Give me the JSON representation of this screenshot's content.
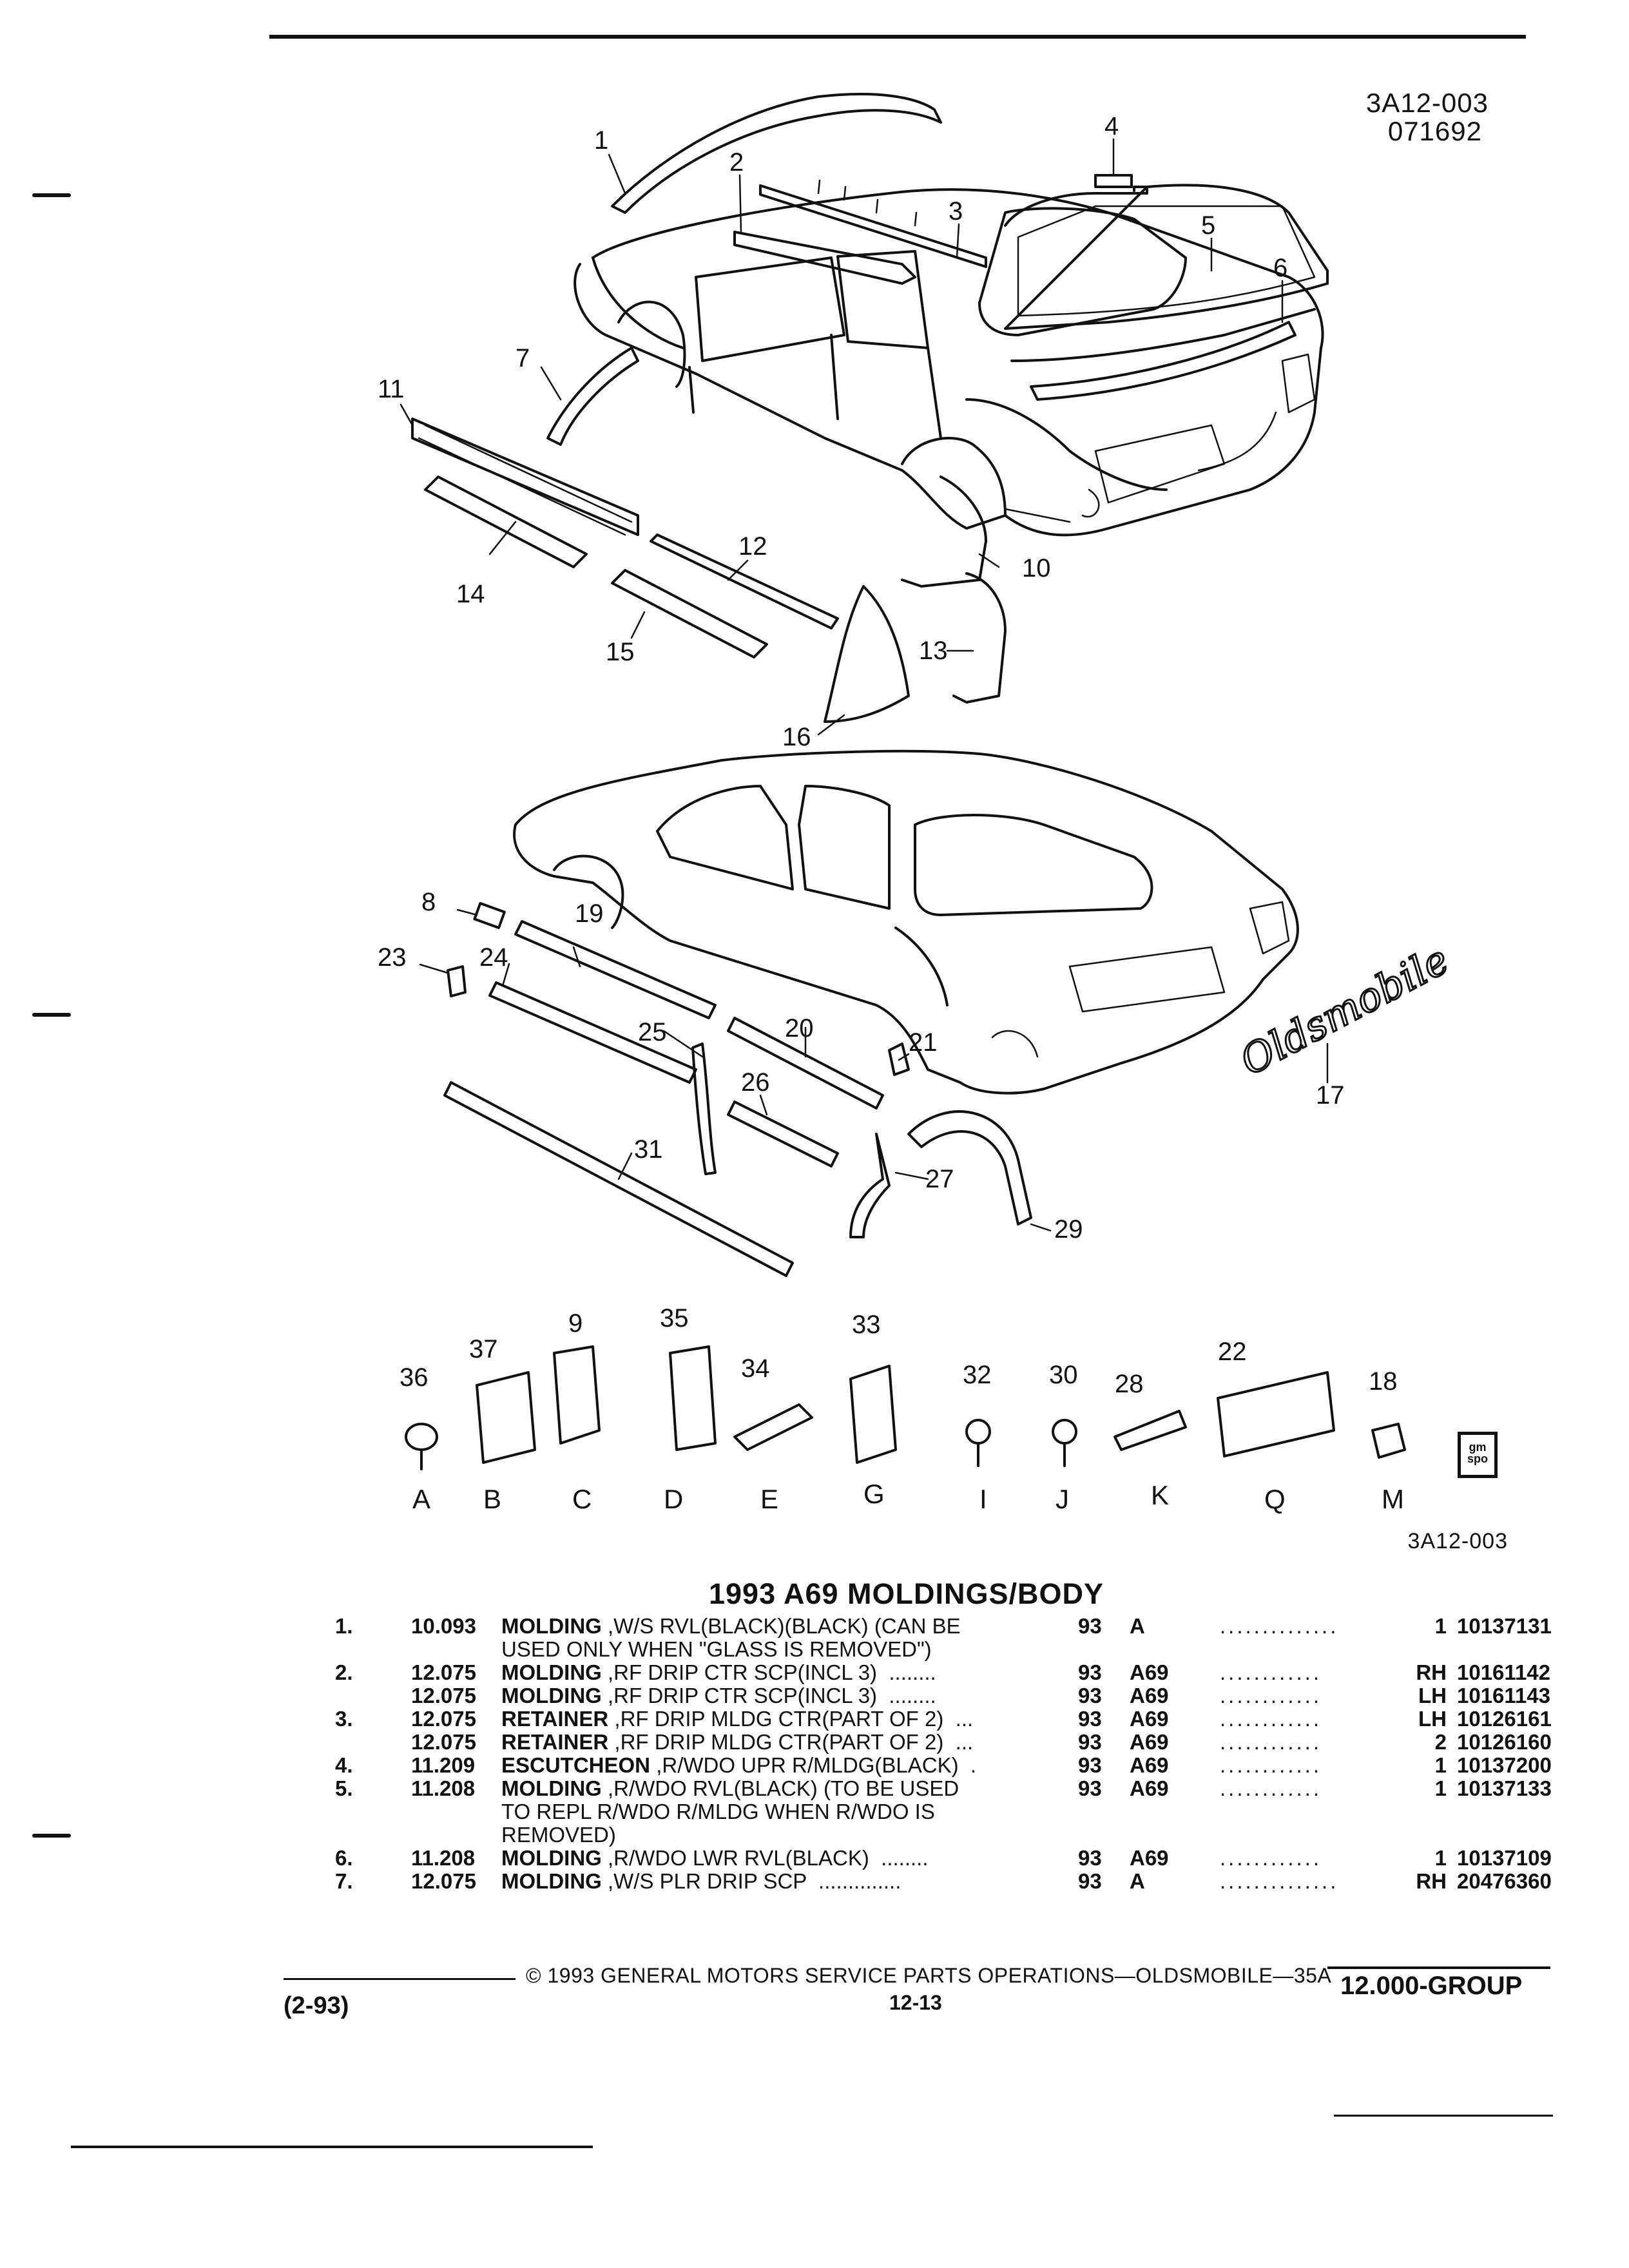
{
  "header": {
    "ref_code": "3A12-003",
    "ref_date": "071692"
  },
  "callouts": [
    "1",
    "2",
    "3",
    "4",
    "5",
    "6",
    "7",
    "8",
    "9",
    "10",
    "11",
    "12",
    "13",
    "14",
    "15",
    "16",
    "17",
    "18",
    "19",
    "20",
    "21",
    "22",
    "23",
    "24",
    "25",
    "26",
    "27",
    "28",
    "29",
    "30",
    "31",
    "32",
    "33",
    "34",
    "35",
    "36",
    "37"
  ],
  "emblem_text": "Oldsmobile",
  "fasteners": [
    {
      "number": "36",
      "letter": "A"
    },
    {
      "number": "37",
      "letter": "B"
    },
    {
      "number": "9",
      "letter": "C"
    },
    {
      "number": "35",
      "letter": "D"
    },
    {
      "number": "34",
      "letter": "E"
    },
    {
      "number": "33",
      "letter": "G"
    },
    {
      "number": "32",
      "letter": "I"
    },
    {
      "number": "30",
      "letter": "J"
    },
    {
      "number": "28",
      "letter": "K"
    },
    {
      "number": "22",
      "letter": "Q"
    },
    {
      "number": "18",
      "letter": "M"
    }
  ],
  "gmspo_logo": "gm\nspo",
  "diagram_ref": "3A12-003",
  "section_title": "1993 A69 MOLDINGS/BODY",
  "parts": [
    {
      "no": "1.",
      "cat": "10.093",
      "name": "MOLDING",
      "desc": " ,W/S RVL(BLACK)(BLACK) (CAN BE",
      "cont": [
        "USED ONLY WHEN \"GLASS IS REMOVED\")"
      ],
      "year": "93",
      "body": "A",
      "dots": "..............",
      "qty": "1",
      "part": "10137131"
    },
    {
      "no": "2.",
      "cat": "12.075",
      "name": "MOLDING",
      "desc": " ,RF DRIP CTR SCP(INCL 3)  ........",
      "cont": [],
      "year": "93",
      "body": "A69",
      "dots": "............",
      "qty": "RH",
      "part": "10161142"
    },
    {
      "no": "",
      "cat": "12.075",
      "name": "MOLDING",
      "desc": " ,RF DRIP CTR SCP(INCL 3)  ........",
      "cont": [],
      "year": "93",
      "body": "A69",
      "dots": "............",
      "qty": "LH",
      "part": "10161143"
    },
    {
      "no": "3.",
      "cat": "12.075",
      "name": "RETAINER",
      "desc": " ,RF DRIP MLDG CTR(PART OF 2)  ...",
      "cont": [],
      "year": "93",
      "body": "A69",
      "dots": "............",
      "qty": "LH",
      "part": "10126161"
    },
    {
      "no": "",
      "cat": "12.075",
      "name": "RETAINER",
      "desc": " ,RF DRIP MLDG CTR(PART OF 2)  ...",
      "cont": [],
      "year": "93",
      "body": "A69",
      "dots": "............",
      "qty": "2",
      "part": "10126160"
    },
    {
      "no": "4.",
      "cat": "11.209",
      "name": "ESCUTCHEON",
      "desc": " ,R/WDO UPR R/MLDG(BLACK)  .",
      "cont": [],
      "year": "93",
      "body": "A69",
      "dots": "............",
      "qty": "1",
      "part": "10137200"
    },
    {
      "no": "5.",
      "cat": "11.208",
      "name": "MOLDING",
      "desc": " ,R/WDO RVL(BLACK) (TO BE USED",
      "cont": [
        "TO REPL R/WDO R/MLDG WHEN R/WDO IS",
        "REMOVED)"
      ],
      "year": "93",
      "body": "A69",
      "dots": "............",
      "qty": "1",
      "part": "10137133"
    },
    {
      "no": "6.",
      "cat": "11.208",
      "name": "MOLDING",
      "desc": " ,R/WDO LWR RVL(BLACK)  ........",
      "cont": [],
      "year": "93",
      "body": "A69",
      "dots": "............",
      "qty": "1",
      "part": "10137109"
    },
    {
      "no": "7.",
      "cat": "12.075",
      "name": "MOLDING",
      "desc": " ,W/S PLR DRIP SCP  ..............",
      "cont": [],
      "year": "93",
      "body": "A",
      "dots": "..............",
      "qty": "RH",
      "part": "20476360"
    }
  ],
  "footer": {
    "copyright": "©  1993  GENERAL MOTORS SERVICE PARTS OPERATIONS—OLDSMOBILE—35A",
    "page": "12-13",
    "date": "(2-93)",
    "group": "12.000-GROUP"
  }
}
